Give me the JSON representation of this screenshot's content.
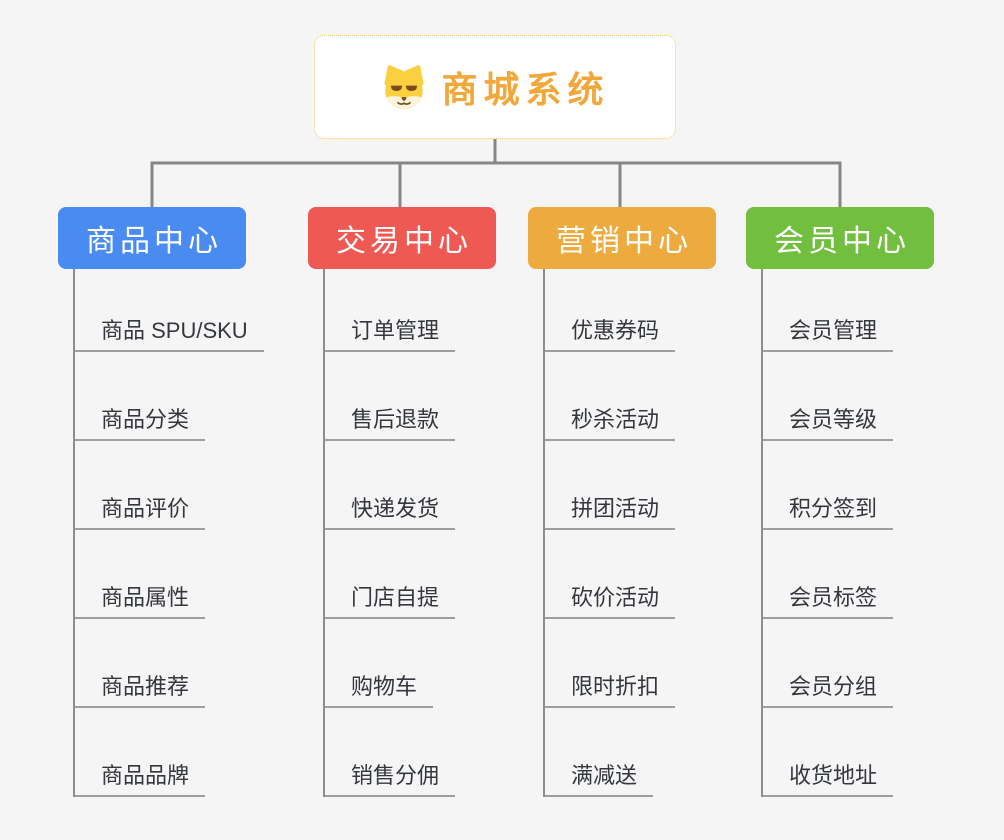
{
  "root": {
    "title": "商城系统",
    "icon": "doge-icon",
    "accent_color": "#f1a73a",
    "border_color": "#efc172"
  },
  "branches": [
    {
      "label": "商品中心",
      "color": "#4a8bf2",
      "items": [
        "商品 SPU/SKU",
        "商品分类",
        "商品评价",
        "商品属性",
        "商品推荐",
        "商品品牌"
      ]
    },
    {
      "label": "交易中心",
      "color": "#ee5953",
      "items": [
        "订单管理",
        "售后退款",
        "快递发货",
        "门店自提",
        "购物车",
        "销售分佣"
      ]
    },
    {
      "label": "营销中心",
      "color": "#edab3f",
      "items": [
        "优惠券码",
        "秒杀活动",
        "拼团活动",
        "砍价活动",
        "限时折扣",
        "满减送"
      ]
    },
    {
      "label": "会员中心",
      "color": "#72bf3f",
      "items": [
        "会员管理",
        "会员等级",
        "积分签到",
        "会员标签",
        "会员分组",
        "收货地址"
      ]
    }
  ],
  "colors": {
    "connector": "#868686",
    "column_line": "#8d8d8d",
    "item_underline": "#9e9e9e",
    "item_text": "#34383d",
    "background": "#f5f5f6"
  }
}
